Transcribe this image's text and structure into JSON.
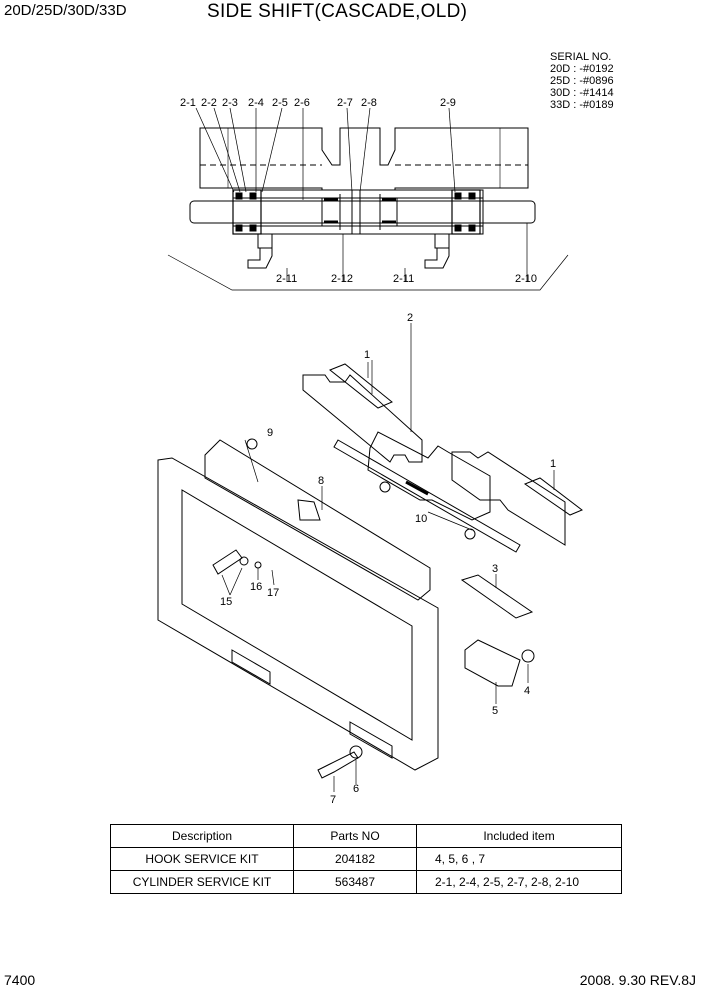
{
  "header": {
    "model": "20D/25D/30D/33D",
    "title": "SIDE SHIFT(CASCADE,OLD)"
  },
  "serial": {
    "heading": "SERIAL NO.",
    "lines": [
      "20D : -#0192",
      "25D : -#0896",
      "30D : -#1414",
      "33D : -#0189"
    ]
  },
  "callouts_top": [
    "2-1",
    "2-2",
    "2-3",
    "2-4",
    "2-5",
    "2-6",
    "2-7",
    "2-8",
    "2-9"
  ],
  "callouts_bottom": [
    "2-11",
    "2-12",
    "2-11",
    "2-10"
  ],
  "callouts_main": [
    "2",
    "1",
    "1",
    "9",
    "8",
    "10",
    "3",
    "15",
    "16",
    "17",
    "4",
    "5",
    "7",
    "6"
  ],
  "table": {
    "headers": [
      "Description",
      "Parts NO",
      "Included item"
    ],
    "rows": [
      [
        "HOOK SERVICE KIT",
        "204182",
        "4, 5, 6 , 7"
      ],
      [
        "CYLINDER SERVICE KIT",
        "563487",
        "2-1, 2-4, 2-5, 2-7, 2-8, 2-10"
      ]
    ]
  },
  "footer": {
    "page": "7400",
    "revision": "2008. 9.30  REV.8J"
  }
}
